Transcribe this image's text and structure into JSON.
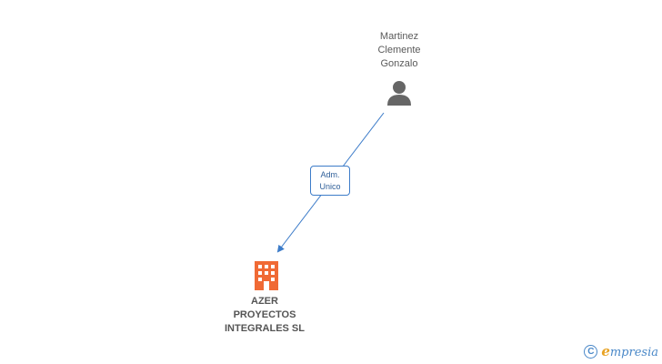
{
  "person": {
    "name_lines": [
      "Martinez",
      "Clemente",
      "Gonzalo"
    ],
    "icon": "person-icon"
  },
  "company": {
    "name_lines": [
      "AZER",
      "PROYECTOS",
      "INTEGRALES SL"
    ],
    "icon": "building-icon"
  },
  "relation": {
    "label_lines": [
      "Adm.",
      "Unico"
    ]
  },
  "footer": {
    "copyright_symbol": "C",
    "brand_first": "e",
    "brand_rest": "mpresia"
  },
  "colors": {
    "person_icon": "#666666",
    "company_icon": "#f06a35",
    "edge": "#3d7cc9",
    "brand_blue": "#4a88c8",
    "brand_orange": "#e8a324"
  }
}
